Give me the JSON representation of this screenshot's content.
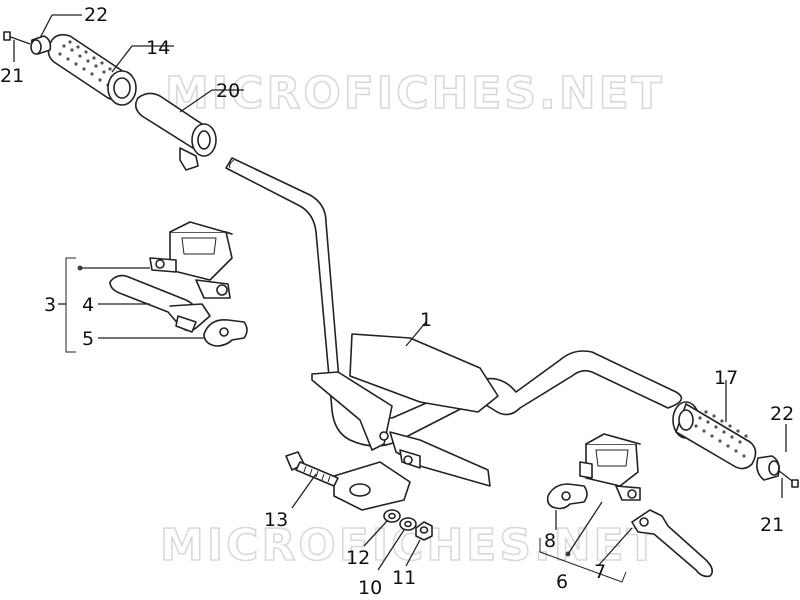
{
  "watermark": {
    "top": "MICROFICHES.NET",
    "bottom": "MICROFICHES.NET"
  },
  "callouts": {
    "p1": "1",
    "p3": "3",
    "p4": "4",
    "p5": "5",
    "p6": "6",
    "p7": "7",
    "p8": "8",
    "p10": "10",
    "p11": "11",
    "p12": "12",
    "p13": "13",
    "p14": "14",
    "p17": "17",
    "p20": "20",
    "p21_left": "21",
    "p21_right": "21",
    "p22_left": "22",
    "p22_right": "22"
  },
  "colors": {
    "ink": "#222222",
    "watermark": "#d9d9d9",
    "background": "#ffffff"
  }
}
